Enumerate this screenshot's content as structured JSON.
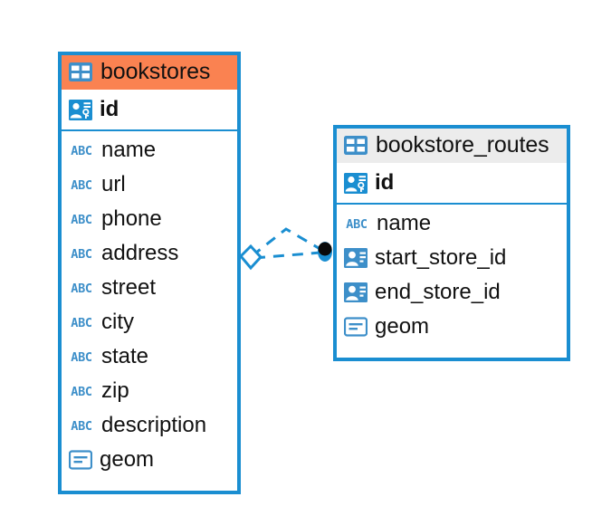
{
  "diagram": {
    "type": "entity-relationship-diagram",
    "background": "#ffffff",
    "accent_color": "#1a8ed1",
    "highlight_header_color": "#fa8251",
    "plain_header_color": "#ececec",
    "icon_color": "#3d8fc9"
  },
  "entities": [
    {
      "name": "bookstores",
      "header_style": "accent",
      "table_icon": "table-icon",
      "primary_key": {
        "label": "id",
        "icon": "primary-key-icon"
      },
      "fields": [
        {
          "label": "name",
          "icon": "text-field-icon"
        },
        {
          "label": "url",
          "icon": "text-field-icon"
        },
        {
          "label": "phone",
          "icon": "text-field-icon"
        },
        {
          "label": "address",
          "icon": "text-field-icon"
        },
        {
          "label": "street",
          "icon": "text-field-icon"
        },
        {
          "label": "city",
          "icon": "text-field-icon"
        },
        {
          "label": "state",
          "icon": "text-field-icon"
        },
        {
          "label": "zip",
          "icon": "text-field-icon"
        },
        {
          "label": "description",
          "icon": "text-field-icon"
        },
        {
          "label": "geom",
          "icon": "geometry-field-icon"
        }
      ]
    },
    {
      "name": "bookstore_routes",
      "header_style": "plain",
      "table_icon": "table-icon",
      "primary_key": {
        "label": "id",
        "icon": "primary-key-icon"
      },
      "fields": [
        {
          "label": "name",
          "icon": "text-field-icon"
        },
        {
          "label": "start_store_id",
          "icon": "foreign-key-icon"
        },
        {
          "label": "end_store_id",
          "icon": "foreign-key-icon"
        },
        {
          "label": "geom",
          "icon": "geometry-field-icon"
        }
      ]
    }
  ],
  "relationship": {
    "source_entity": "bookstores",
    "target_entity": "bookstore_routes",
    "source_endpoint_icon": "diamond-endpoint-icon",
    "target_endpoint_icon": "dot-endpoint-icon",
    "line_style": "dashed",
    "line_color": "#1a8ed1"
  },
  "icon_glyphs": {
    "text-field-icon": "ABC"
  }
}
